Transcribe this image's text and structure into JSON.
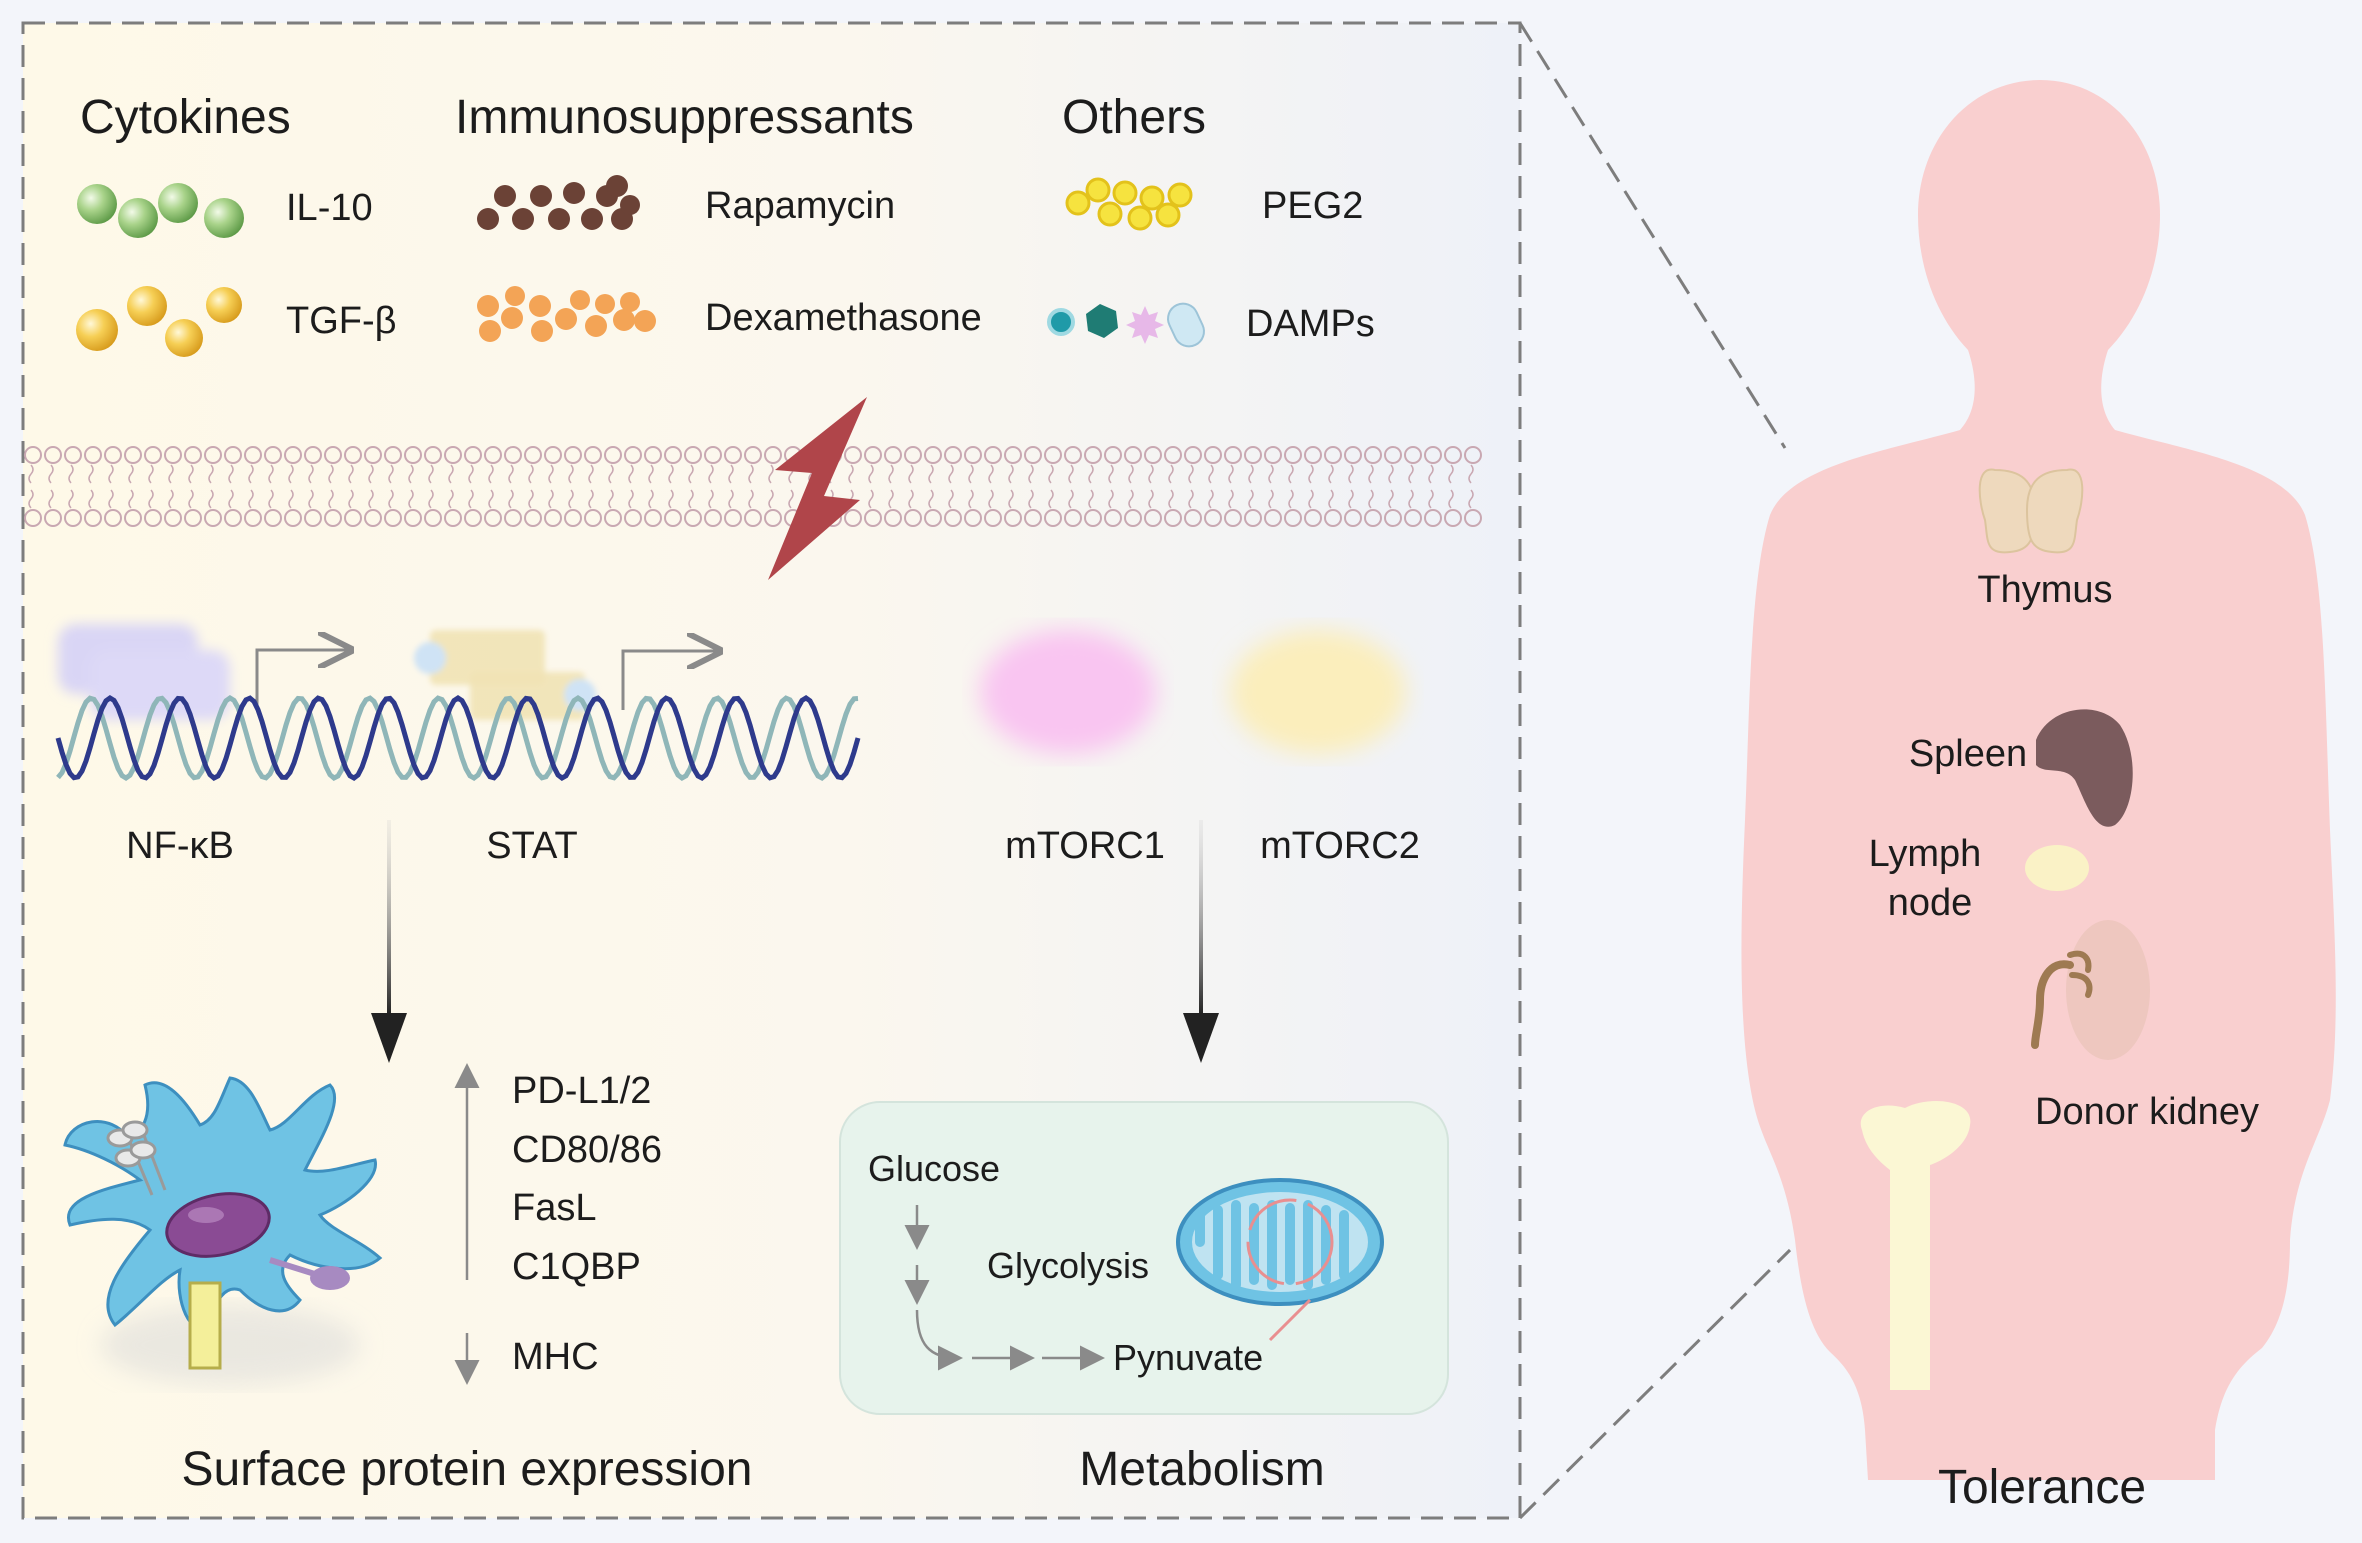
{
  "categories": {
    "cytokines": {
      "title": "Cytokines",
      "items": [
        {
          "label": "IL-10",
          "icon": "green-spheres-icon",
          "color": "#8fc46b"
        },
        {
          "label": "TGF-β",
          "icon": "gold-spheres-icon",
          "color": "#f2c744"
        }
      ]
    },
    "immunosuppressants": {
      "title": "Immunosuppressants",
      "items": [
        {
          "label": "Rapamycin",
          "icon": "brown-dots-icon",
          "color": "#6b4236"
        },
        {
          "label": "Dexamethasone",
          "icon": "orange-dots-icon",
          "color": "#f3a456"
        }
      ]
    },
    "others": {
      "title": "Others",
      "items": [
        {
          "label": "PEG2",
          "icon": "yellow-rings-icon",
          "color": "#f6e33f"
        },
        {
          "label": "DAMPs",
          "icon": "mixed-shapes-icon",
          "color": "#1f9aa8"
        }
      ]
    }
  },
  "signaling": {
    "nfkb": "NF-κB",
    "stat": "STAT",
    "mtorc1": "mTORC1",
    "mtorc2": "mTORC2"
  },
  "surface": {
    "up_markers": [
      "PD-L1/2",
      "CD80/86",
      "FasL",
      "C1QBP"
    ],
    "down_markers": [
      "MHC"
    ],
    "title": "Surface protein expression"
  },
  "metabolism": {
    "glucose": "Glucose",
    "glycolysis": "Glycolysis",
    "pyruvate": "Pynuvate",
    "title": "Metabolism"
  },
  "body": {
    "organs": {
      "thymus": "Thymus",
      "spleen": "Spleen",
      "lymph_node_1": "Lymph",
      "lymph_node_2": "node",
      "donor_kidney": "Donor kidney"
    },
    "caption": "Tolerance"
  },
  "colors": {
    "body_pink": "#f9cfcf",
    "lightning": "#b0454a",
    "dna_dark": "#2e3a8c",
    "dna_light": "#8fb6b8",
    "membrane": "#c9a8b2",
    "dc_cell": "#6fc3e4",
    "dc_nucleus": "#8a4b94"
  }
}
